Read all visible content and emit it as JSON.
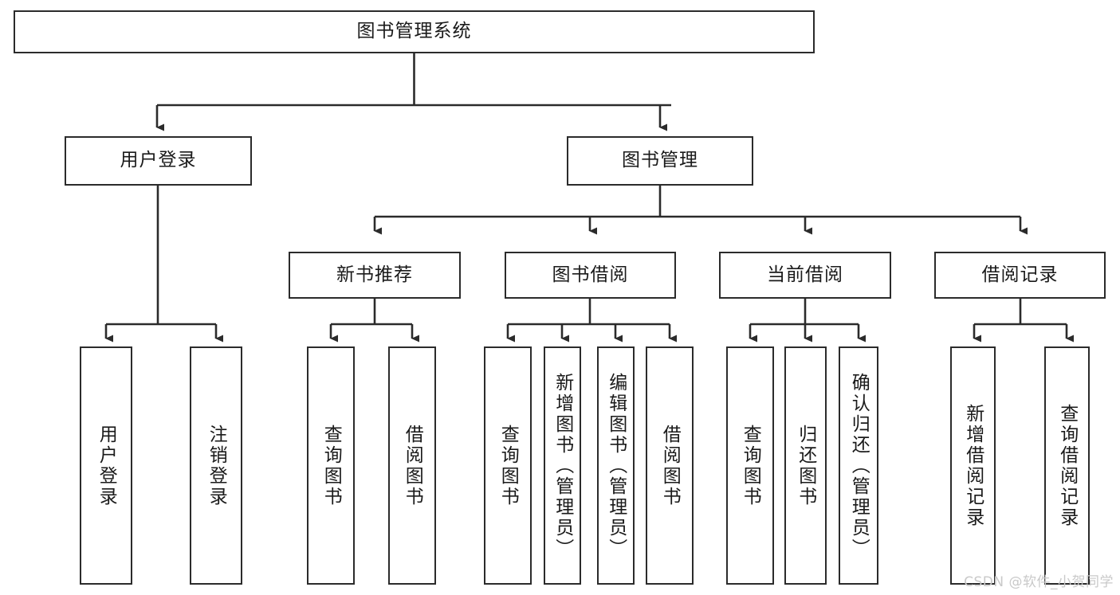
{
  "diagram": {
    "title": "图书管理系统",
    "type": "tree-hierarchy-chart",
    "orientation": "top-down",
    "colors": {
      "background": "#ffffff",
      "node_border": "#2b2b2b",
      "node_fill": "#ffffff",
      "edge": "#2b2b2b",
      "text": "#1a1a1a",
      "watermark": "#c9c9c9"
    },
    "levels": {
      "root": "图书管理系统",
      "level2": [
        "用户登录",
        "图书管理"
      ],
      "level3": [
        "新书推荐",
        "图书借阅",
        "当前借阅",
        "借阅记录"
      ]
    },
    "nodes": {
      "root": {
        "label": "图书管理系统"
      },
      "user_login": {
        "label": "用户登录"
      },
      "book_manage": {
        "label": "图书管理"
      },
      "new_book_rec": {
        "label": "新书推荐"
      },
      "book_borrow": {
        "label": "图书借阅"
      },
      "current_borrow": {
        "label": "当前借阅"
      },
      "borrow_record": {
        "label": "借阅记录"
      },
      "leaf_user_login": {
        "label": "用户登录"
      },
      "leaf_user_logout": {
        "label": "注销登录"
      },
      "leaf_query_book_1": {
        "label": "查询图书"
      },
      "leaf_borrow_book_1": {
        "label": "借阅图书"
      },
      "leaf_query_book_2": {
        "label": "查询图书"
      },
      "leaf_add_book": {
        "label": "新增图书（管理员）"
      },
      "leaf_edit_book": {
        "label": "编辑图书（管理员）"
      },
      "leaf_borrow_book_2": {
        "label": "借阅图书"
      },
      "leaf_query_book_3": {
        "label": "查询图书"
      },
      "leaf_return_book": {
        "label": "归还图书"
      },
      "leaf_confirm_return": {
        "label": "确认归还（管理员）"
      },
      "leaf_add_record": {
        "label": "新增借阅记录"
      },
      "leaf_query_record": {
        "label": "查询借阅记录"
      }
    },
    "watermark": "CSDN @软件_小贺同学"
  }
}
